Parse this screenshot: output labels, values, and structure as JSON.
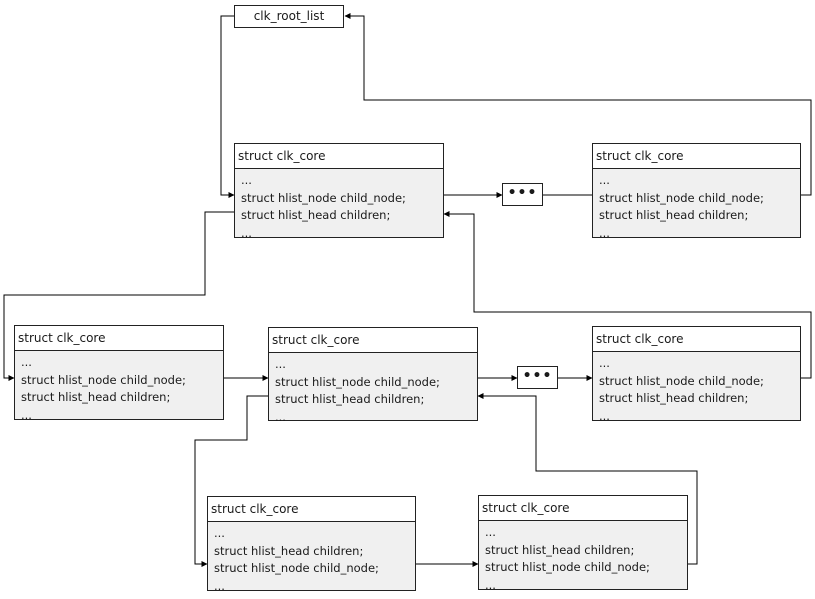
{
  "root_list": "clk_root_list",
  "ellipsis": "•••",
  "nodes": {
    "top_left": {
      "title": "struct clk_core",
      "lines": [
        "...",
        "struct hlist_node child_node;",
        "struct hlist_head children;",
        "..."
      ]
    },
    "top_right": {
      "title": "struct clk_core",
      "lines": [
        "...",
        "struct hlist_node child_node;",
        "struct hlist_head children;",
        "..."
      ]
    },
    "mid_left": {
      "title": "struct clk_core",
      "lines": [
        "...",
        "struct hlist_node child_node;",
        "struct hlist_head children;",
        "..."
      ]
    },
    "mid_center": {
      "title": "struct clk_core",
      "lines": [
        "...",
        "struct hlist_node child_node;",
        "struct hlist_head children;",
        "..."
      ]
    },
    "mid_right": {
      "title": "struct clk_core",
      "lines": [
        "...",
        "struct hlist_node child_node;",
        "struct hlist_head children;",
        "..."
      ]
    },
    "bottom_left": {
      "title": "struct clk_core",
      "lines": [
        "...",
        "struct hlist_head children;",
        "struct hlist_node child_node;",
        "..."
      ]
    },
    "bottom_right": {
      "title": "struct clk_core",
      "lines": [
        "...",
        "struct hlist_head children;",
        "struct hlist_node child_node;",
        "..."
      ]
    }
  }
}
